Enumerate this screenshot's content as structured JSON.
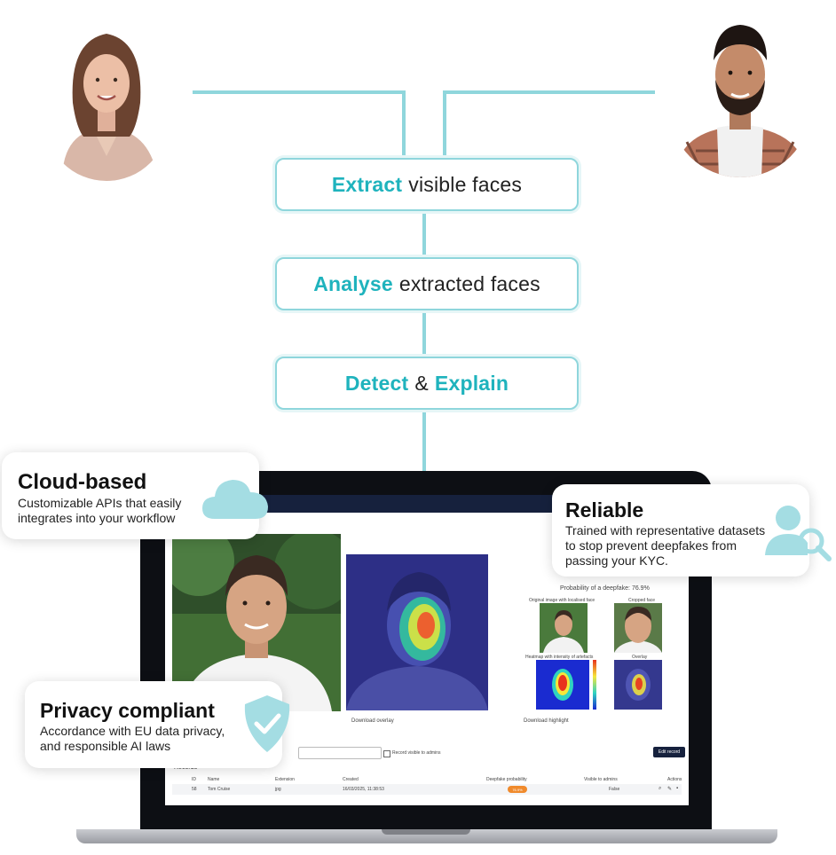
{
  "steps": [
    {
      "em": "Extract",
      "rest": "visible faces"
    },
    {
      "em": "Analyse",
      "rest": "extracted faces"
    },
    {
      "em1": "Detect",
      "amp": "&",
      "em2": "Explain"
    }
  ],
  "cards": {
    "cloud": {
      "title": "Cloud-based",
      "line1": "Customizable APIs that easily",
      "line2": "integrates into your workflow"
    },
    "reliable": {
      "title": "Reliable",
      "line1": "Trained with representative datasets",
      "line2": "to stop prevent deepfakes from",
      "line3": "passing your KYC."
    },
    "privacy": {
      "title": "Privacy compliant",
      "line1": "Accordance with EU data privacy,",
      "line2": "and responsible AI laws"
    }
  },
  "app": {
    "probability": "Probability of a deepfake: 76.9%",
    "labels": {
      "original": "Original image with localised face",
      "cropped": "Cropped face",
      "heatmap": "Heatmap with intensity of artefacts",
      "overlay": "Overlay"
    },
    "download_overlay": "Download overlay",
    "download_highlight": "Download highlight",
    "checkbox_label": "Record visible to admins",
    "edit_button": "Edit record",
    "records_heading": "Records",
    "table": {
      "headers": [
        "ID",
        "Name",
        "Extension",
        "Created",
        "Deepfake probability",
        "Visible to admins",
        "Actions"
      ],
      "row": {
        "id": "58",
        "name": "Tom Cruise",
        "ext": "jpg",
        "created": "16/03/2025, 11:38:53",
        "prob": "76.9%",
        "visible": "False"
      }
    }
  },
  "colors": {
    "accent": "#1fb3bd",
    "connector": "#8fd6dc",
    "cloud_icon": "#a4dde3",
    "badge": "#f08a2c"
  }
}
